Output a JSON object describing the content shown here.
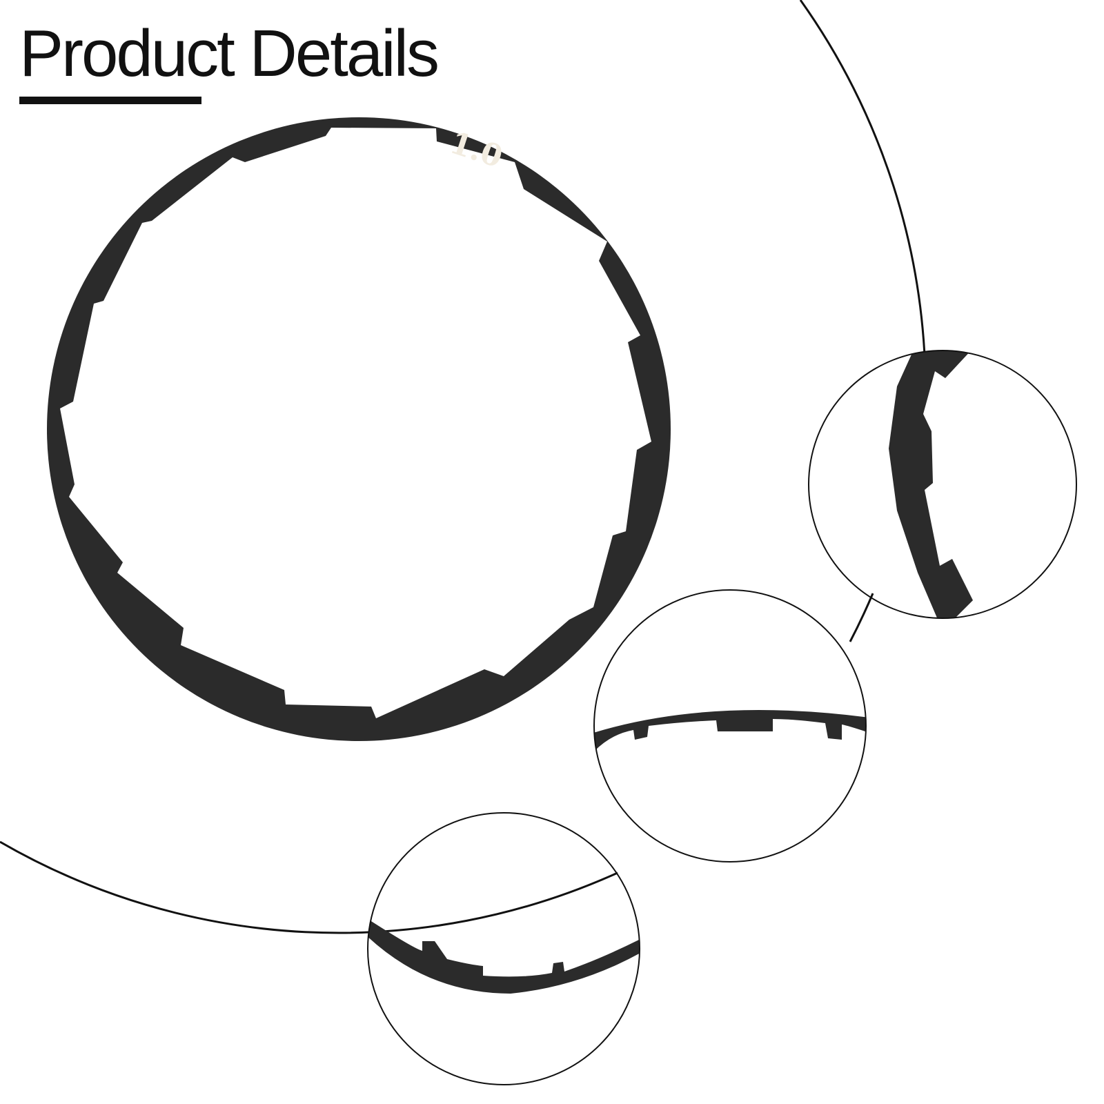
{
  "page": {
    "title": "Product Details",
    "background_color": "#ffffff",
    "ink_color": "#111111"
  },
  "product": {
    "type": "cassette spacer washer",
    "color": "#2b2b2b",
    "marking": "1.0",
    "detail_views": [
      "right-edge-detail",
      "top-edge-detail",
      "bottom-edge-detail"
    ]
  }
}
